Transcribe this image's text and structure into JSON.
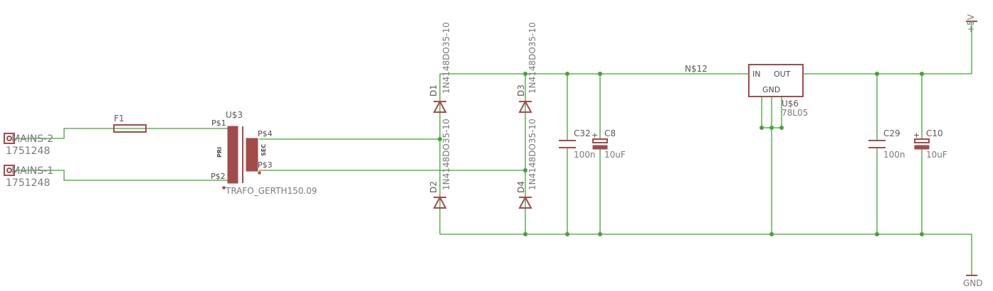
{
  "labels": {
    "u3": "U$3",
    "p1": "P$1",
    "p2": "P$2",
    "p3": "P$3",
    "p4": "P$4",
    "pri": "PRI",
    "sec": "SEC",
    "trafo_value": "TRAFO_GERTH150.09",
    "f1": "F1",
    "mains2": "MAINS-2",
    "mains1": "MAINS-1",
    "mains2_value": "1751248",
    "mains1_value": "1751248",
    "d1": "D1",
    "d2": "D2",
    "d3": "D3",
    "d4": "D4",
    "diode_value": "1N4148DO35-10",
    "c32": "C32",
    "c32_value": "100n",
    "c8": "C8",
    "c8_value": "10uF",
    "c29": "C29",
    "c29_value": "100n",
    "c10": "C10",
    "c10_value": "10uF",
    "net": "N$12",
    "reg_in": "IN",
    "reg_out": "OUT",
    "reg_gnd": "GND",
    "u6": "U$6",
    "u6_value": "78L05",
    "vcc": "+5V",
    "gnd": "GND",
    "plus": "+"
  },
  "colors": {
    "wire": "#41a435",
    "symbol": "#a24b4b",
    "text": "#5a5a5a",
    "background": "#ffffff"
  }
}
